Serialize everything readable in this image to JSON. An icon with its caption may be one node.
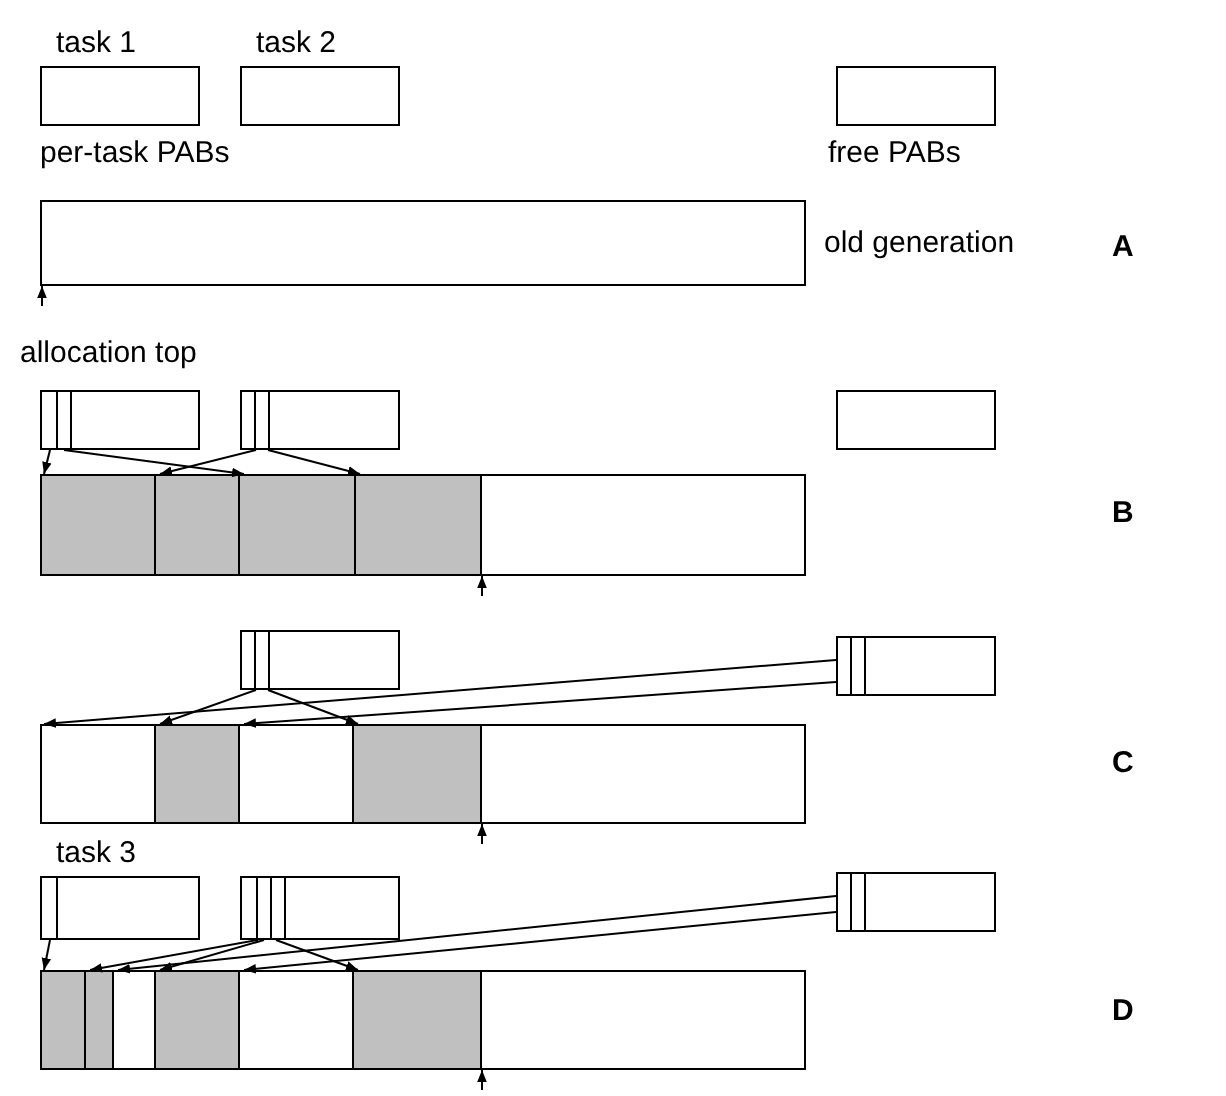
{
  "diagram": {
    "nodes": [
      {
        "text": [
          "task 1"
        ]
      },
      {
        "text": [
          "task 2"
        ]
      },
      {
        "text": [],
        "shape": "box"
      },
      {
        "text": [],
        "shape": "box",
        "beside": [
          "old generation"
        ]
      },
      {
        "text": [],
        "shape": "box"
      },
      {
        "text": [],
        "shape": "box"
      },
      {
        "text": [],
        "shape": "box"
      },
      {
        "text": [],
        "shape": "box"
      },
      {
        "text": [],
        "shape": "box",
        "in": 7
      },
      {
        "text": [],
        "shape": "box",
        "in": 7
      },
      {
        "text": [],
        "shape": "box",
        "in": 7
      },
      {
        "text": [],
        "shape": "box",
        "in": 7
      },
      {
        "text": [],
        "shape": "box"
      },
      {
        "text": [],
        "shape": "box"
      },
      {
        "text": [],
        "shape": "box"
      },
      {
        "text": [],
        "shape": "box",
        "in": 14
      },
      {
        "text": [],
        "shape": "box",
        "in": 14
      },
      {
        "text": [],
        "shape": "box",
        "in": 14
      },
      {
        "text": [],
        "shape": "box",
        "in": 14
      },
      {
        "text": [
          "task 3"
        ]
      },
      {
        "text": [],
        "shape": "box"
      },
      {
        "text": [],
        "shape": "box"
      },
      {
        "text": [],
        "shape": "box"
      },
      {
        "text": [],
        "shape": "box",
        "in": 22
      },
      {
        "text": [],
        "shape": "box",
        "in": 22
      },
      {
        "text": [],
        "shape": "box",
        "in": 22
      },
      {
        "text": [],
        "shape": "box",
        "in": 22
      },
      {
        "text": [],
        "shape": "box",
        "in": 22
      },
      {
        "text": [],
        "shape": "box",
        "in": 22
      }
    ],
    "edges": [
      {
        "from": null,
        "to": 3,
        "arrow": "to"
      },
      {
        "from": 4,
        "to": 8,
        "arrow": "to"
      },
      {
        "from": 4,
        "to": 10,
        "arrow": "to"
      },
      {
        "from": 5,
        "to": 9,
        "arrow": "to"
      },
      {
        "from": 5,
        "to": 11,
        "arrow": "to"
      },
      {
        "from": null,
        "to": 7,
        "arrow": "to"
      },
      {
        "from": 12,
        "to": 16,
        "arrow": "to"
      },
      {
        "from": 12,
        "to": 18,
        "arrow": "to"
      },
      {
        "from": 13,
        "to": 15,
        "arrow": "to"
      },
      {
        "from": 13,
        "to": 17,
        "arrow": "to"
      },
      {
        "from": null,
        "to": 14,
        "arrow": "to"
      },
      {
        "from": 19,
        "to": 23,
        "arrow": "to"
      },
      {
        "from": 20,
        "to": 24,
        "arrow": "to"
      },
      {
        "from": 20,
        "to": 26,
        "arrow": "to"
      },
      {
        "from": 20,
        "to": 28,
        "arrow": "to"
      },
      {
        "from": 21,
        "to": 25,
        "arrow": "to"
      },
      {
        "from": 21,
        "to": 27,
        "arrow": "to"
      },
      {
        "from": null,
        "to": 22,
        "arrow": "to"
      }
    ],
    "labels": [
      "per-task PABs",
      "free PABs",
      "allocation top",
      "A",
      "B",
      "C",
      "D"
    ]
  }
}
